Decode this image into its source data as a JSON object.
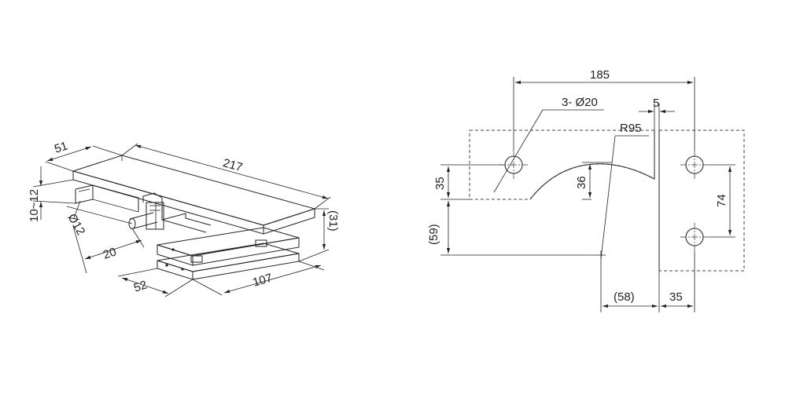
{
  "left_view": {
    "dims": {
      "d51": "51",
      "d217": "217",
      "d10_12": "10~12",
      "d31": "(31)",
      "d12": "Ø12",
      "d20": "20",
      "d52": "52",
      "d107": "107"
    }
  },
  "right_view": {
    "glass_color": "#cfe9e0",
    "dims": {
      "d185": "185",
      "d3_20": "3- Ø20",
      "d5": "5",
      "r95": "R95",
      "d35_left": "35",
      "d36": "36",
      "d59": "(59)",
      "d74": "74",
      "d58": "(58)",
      "d35_bottom": "35"
    }
  }
}
